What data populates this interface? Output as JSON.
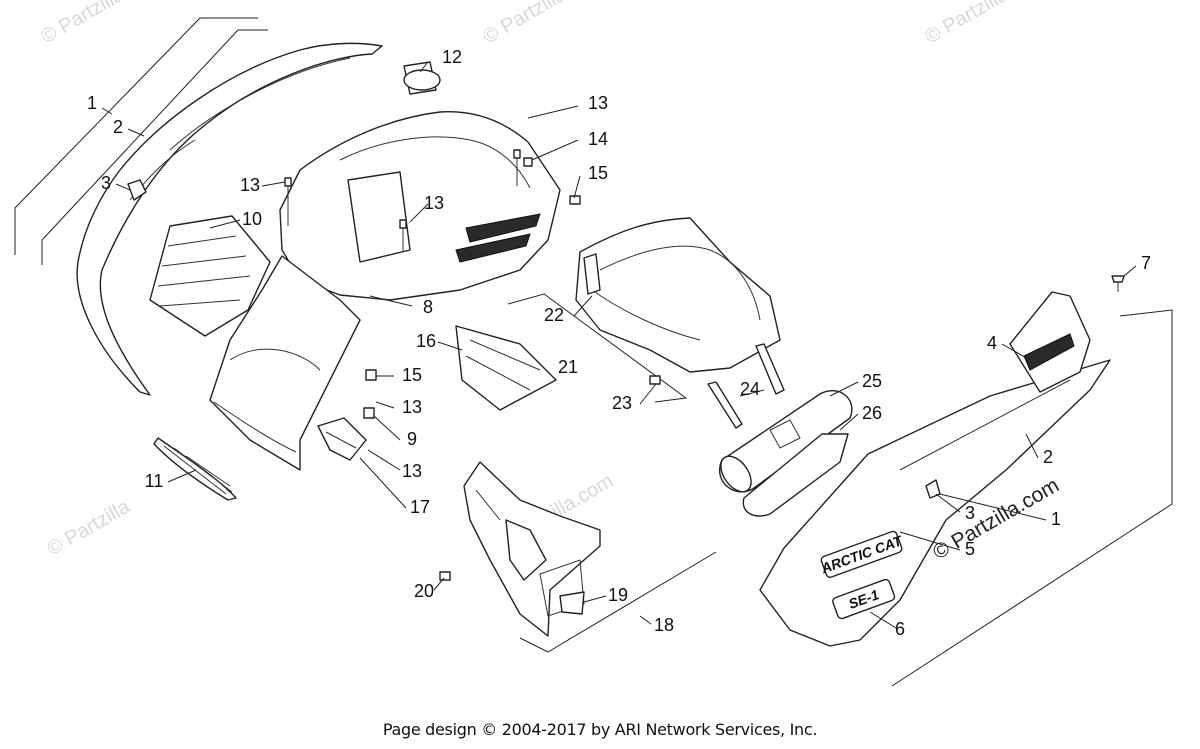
{
  "diagram": {
    "callouts": [
      "1",
      "2",
      "3",
      "4",
      "5",
      "6",
      "7",
      "8",
      "9",
      "10",
      "11",
      "12",
      "13",
      "14",
      "15",
      "16",
      "17",
      "18",
      "19",
      "20",
      "21",
      "22",
      "23",
      "24",
      "25",
      "26"
    ],
    "decals": {
      "arctic_cat": "ARCTIC CAT",
      "model": "SE-1"
    }
  },
  "watermarks": [
    "© Partzilla",
    "© Partzilla.com"
  ],
  "footer": "Page design © 2004-2017 by ARI Network Services, Inc."
}
